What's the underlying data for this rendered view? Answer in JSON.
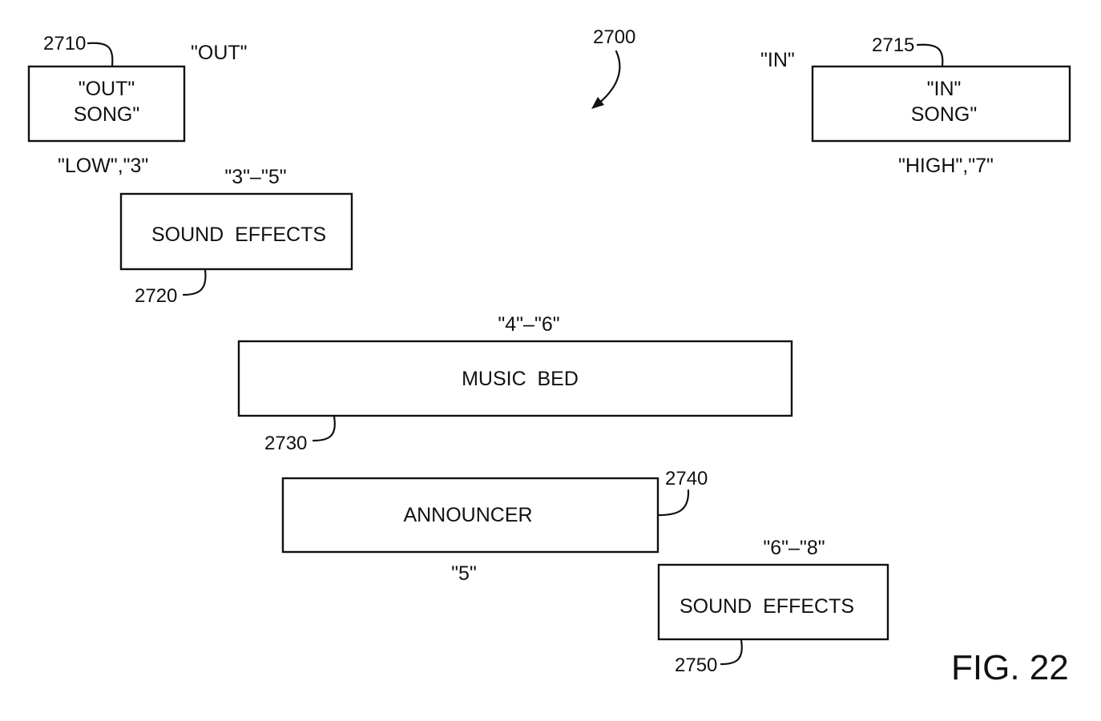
{
  "figure": {
    "caption": "FIG. 22",
    "ref": "2700"
  },
  "blocks": {
    "out_song": {
      "ref": "2710",
      "line1": "\"OUT\"",
      "line2": "SONG\"",
      "above_label": "\"OUT\"",
      "below_label": "\"LOW\",\"3\""
    },
    "in_song": {
      "ref": "2715",
      "line1": "\"IN\"",
      "line2": "SONG\"",
      "side_label": "\"IN\"",
      "below_label": "\"HIGH\",\"7\""
    },
    "sound_effects_1": {
      "ref": "2720",
      "label": "SOUND  EFFECTS",
      "range_label": "\"3\"–\"5\""
    },
    "music_bed": {
      "ref": "2730",
      "label": "MUSIC  BED",
      "range_label": "\"4\"–\"6\""
    },
    "announcer": {
      "ref": "2740",
      "label": "ANNOUNCER",
      "below_label": "\"5\""
    },
    "sound_effects_2": {
      "ref": "2750",
      "label": "SOUND  EFFECTS",
      "range_label": "\"6\"–\"8\""
    }
  }
}
